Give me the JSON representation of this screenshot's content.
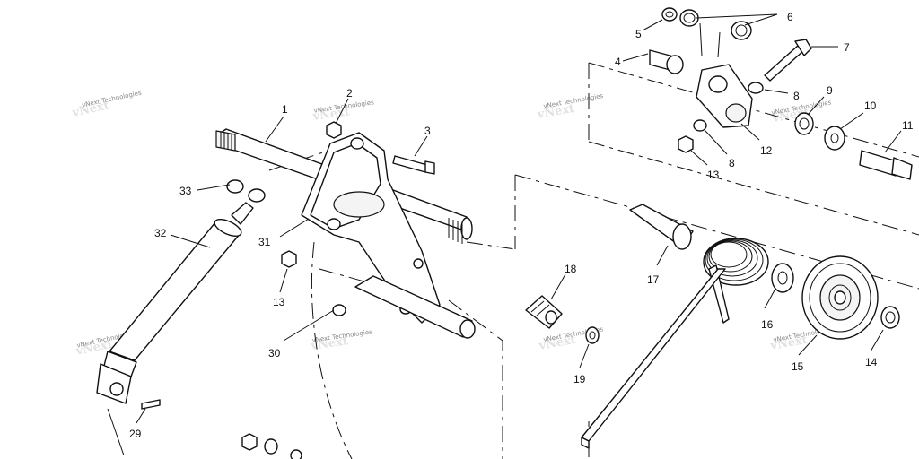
{
  "diagram": {
    "watermark": "vNext Technologies",
    "part_labels": {
      "p1": "1",
      "p2": "2",
      "p3": "3",
      "p4": "4",
      "p5": "5",
      "p6": "6",
      "p7": "7",
      "p8a": "8",
      "p8b": "8",
      "p9": "9",
      "p10": "10",
      "p11": "11",
      "p12": "12",
      "p13a": "13",
      "p13b": "13",
      "p14": "14",
      "p15": "15",
      "p16": "16",
      "p17": "17",
      "p18": "18",
      "p19": "19",
      "p29": "29",
      "p30": "30",
      "p31": "31",
      "p32": "32",
      "p33": "33"
    }
  }
}
